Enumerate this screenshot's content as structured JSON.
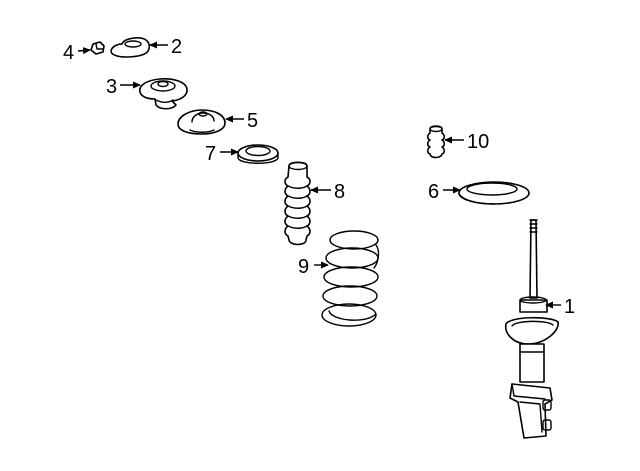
{
  "diagram": {
    "parts": [
      {
        "number": "1"
      },
      {
        "number": "2"
      },
      {
        "number": "3"
      },
      {
        "number": "4"
      },
      {
        "number": "5"
      },
      {
        "number": "6"
      },
      {
        "number": "7"
      },
      {
        "number": "8"
      },
      {
        "number": "9"
      },
      {
        "number": "10"
      }
    ]
  },
  "colors": {
    "line": "#000000",
    "background": "#ffffff"
  }
}
